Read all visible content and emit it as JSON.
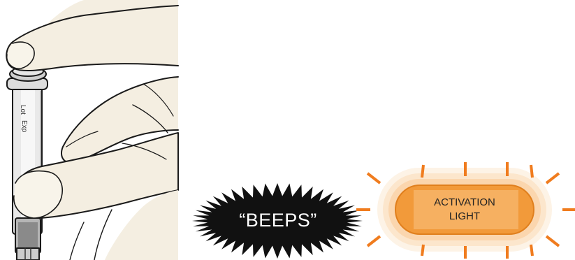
{
  "illustration": {
    "sound_label": "“BEEPS”",
    "light_label_line1": "ACTIVATION",
    "light_label_line2": "LIGHT",
    "syringe_text": [
      "Lot",
      "Exp"
    ],
    "colors": {
      "skin": "#f4eee1",
      "outline": "#1a1a1a",
      "starburst": "#111111",
      "light_core": "#f29a3a",
      "light_inner": "#f6b061",
      "light_glow": "#fde8cf",
      "rays": "#f07c1e"
    }
  }
}
